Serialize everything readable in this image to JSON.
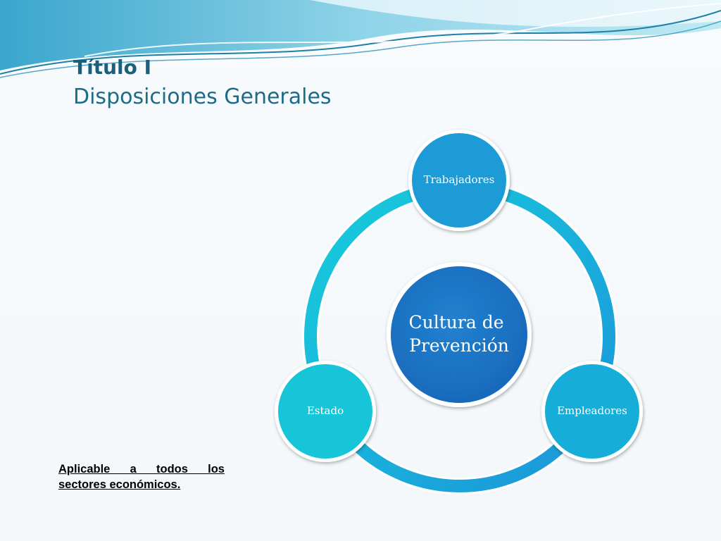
{
  "slide": {
    "title": "Título I",
    "subtitle": "Disposiciones Generales",
    "footnote": "Aplicable a todos los sectores económicos."
  },
  "diagram": {
    "type": "cycle",
    "center": {
      "label_lines": [
        "Cultura de",
        "Prevención"
      ],
      "color": "#1b6fc4"
    },
    "nodes": [
      {
        "id": "top",
        "label": "Trabajadores",
        "color": "#1a9bd6"
      },
      {
        "id": "right",
        "label": "Empleadores",
        "color": "#16aed8"
      },
      {
        "id": "left",
        "label": "Estado",
        "color": "#18c6d8"
      }
    ],
    "ring_colors": [
      "#1c9fdc",
      "#19b7dc",
      "#18ccdc"
    ]
  },
  "colors": {
    "title": "#1b5f7a",
    "wave_light": "#bfe6f1",
    "wave_mid": "#69c6e0",
    "wave_dark": "#1e7fa6"
  }
}
